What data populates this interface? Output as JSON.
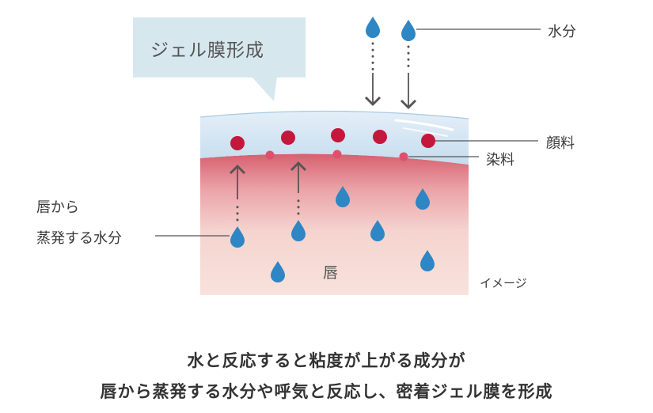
{
  "diagram": {
    "callout_title": "ジェル膜形成",
    "labels": {
      "water": "水分",
      "pigment": "顔料",
      "dye": "染料",
      "evaporate_line1": "唇から",
      "evaporate_line2": "蒸発する水分",
      "lips": "唇",
      "image_note": "イメージ"
    }
  },
  "caption": {
    "line1": "水と反応すると粘度が上がる成分が",
    "line2": "唇から蒸発する水分や呼気と反応し、密着ジェル膜を形成"
  },
  "colors": {
    "callout_bg": "#d7e7ee",
    "gel_film": "#cfe2f3",
    "lip_top": "#d86a79",
    "lip_bottom": "#f8ddd6",
    "water_drop": "#2f86c4",
    "pigment": "#c4173c",
    "dye": "#e0506b",
    "arrow": "#555555"
  }
}
